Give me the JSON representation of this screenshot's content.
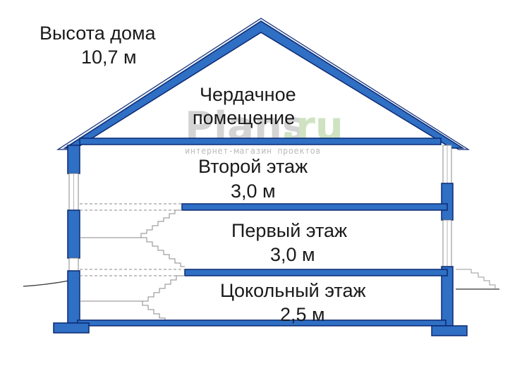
{
  "house_height": {
    "title": "Высота дома",
    "value": "10,7 м"
  },
  "attic": {
    "line1": "Чердачное",
    "line2": "помещение"
  },
  "floors": [
    {
      "name": "Второй этаж",
      "height": "3,0 м"
    },
    {
      "name": "Первый этаж",
      "height": "3,0 м"
    },
    {
      "name": "Цокольный этаж",
      "height": "2,5 м"
    }
  ],
  "watermark": {
    "brand": "Plans",
    "tld": ".ru",
    "tagline": "интернет-магазин проектов"
  },
  "colors": {
    "structure": "#2f6fc4",
    "outline": "#0c2a73",
    "ground": "#333333"
  }
}
